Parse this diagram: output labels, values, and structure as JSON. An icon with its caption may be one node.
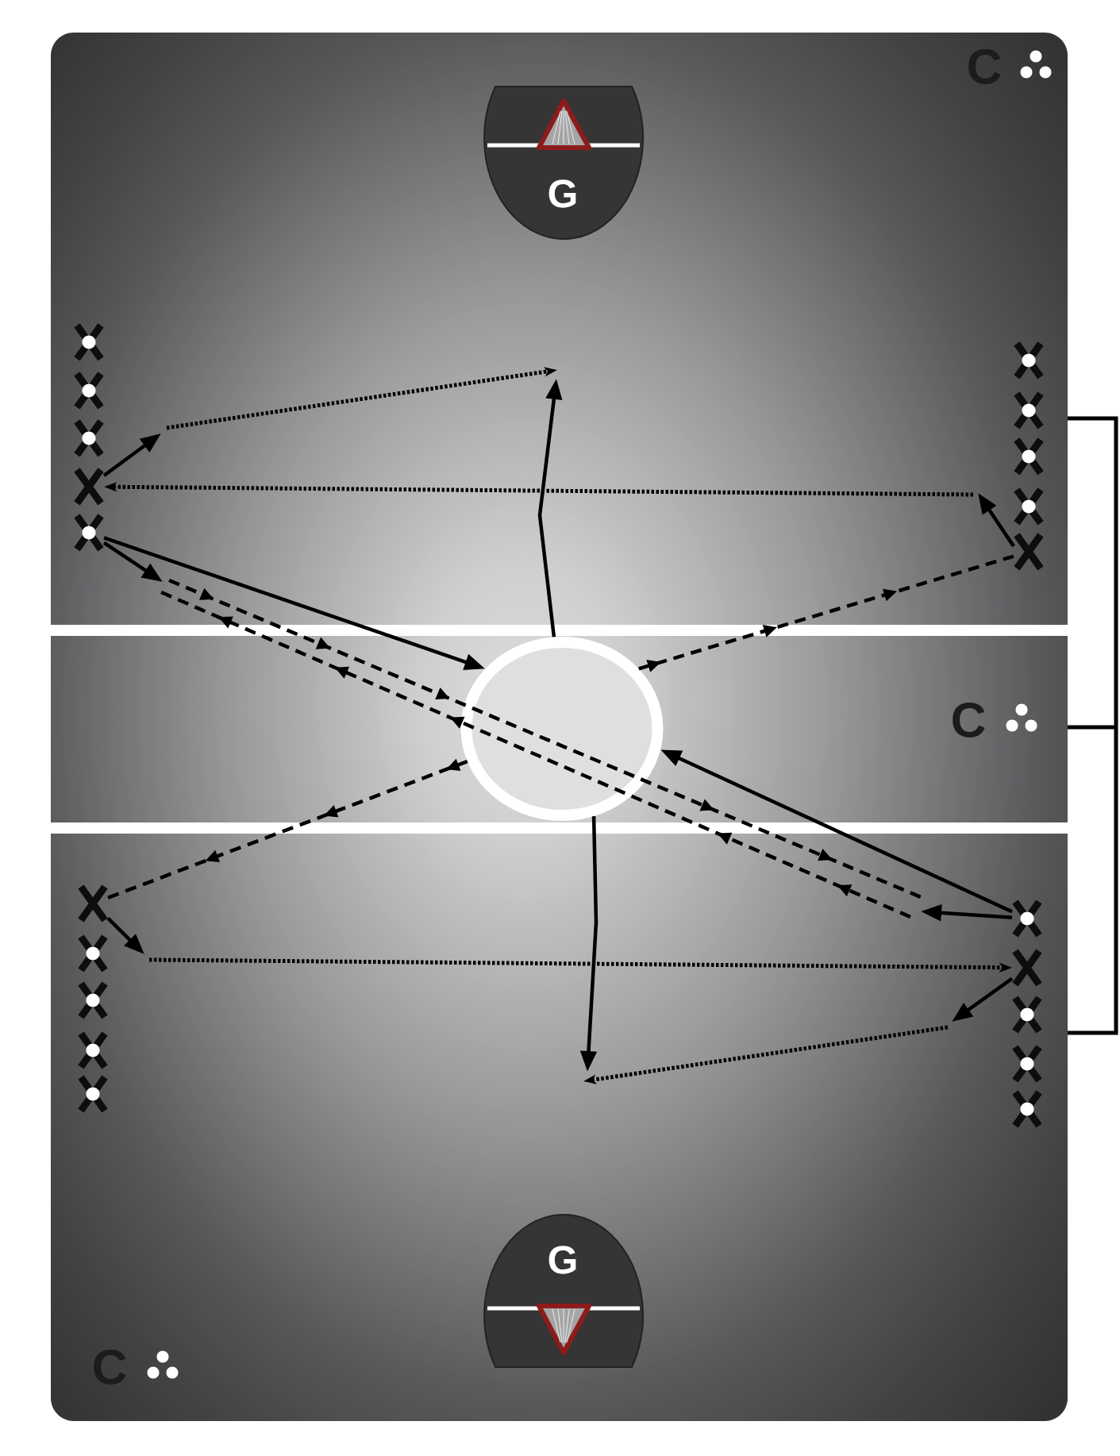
{
  "diagram": {
    "nodes": [
      {
        "text": [
          "G"
        ]
      },
      {
        "text": [],
        "shape": "cross"
      },
      {
        "text": [],
        "shape": "cross"
      },
      {
        "text": [],
        "shape": "cross"
      },
      {
        "text": [],
        "shape": "cross"
      },
      {
        "text": [],
        "shape": "cross"
      },
      {
        "text": [],
        "shape": "cross"
      },
      {
        "text": [],
        "shape": "cross"
      },
      {
        "text": [],
        "shape": "cross"
      },
      {
        "text": [],
        "shape": "cross"
      },
      {
        "text": [],
        "shape": "cross"
      },
      {
        "text": [],
        "shape": "circle"
      },
      {
        "text": [],
        "shape": "cross"
      },
      {
        "text": [],
        "shape": "cross"
      },
      {
        "text": [],
        "shape": "cross"
      },
      {
        "text": [],
        "shape": "cross"
      },
      {
        "text": [],
        "shape": "cross"
      },
      {
        "text": [],
        "shape": "cross"
      },
      {
        "text": [],
        "shape": "cross"
      },
      {
        "text": [],
        "shape": "cross"
      },
      {
        "text": [],
        "shape": "cross"
      },
      {
        "text": [],
        "shape": "cross"
      },
      {
        "text": [
          "G"
        ]
      }
    ],
    "edges": [
      {
        "from": 4,
        "to": null,
        "arrow": "to"
      },
      {
        "from": 5,
        "to": null,
        "arrow": "to"
      },
      {
        "from": 5,
        "to": 11,
        "arrow": "to"
      },
      {
        "from": 11,
        "to": null,
        "arrow": "to"
      },
      {
        "from": 10,
        "to": null,
        "arrow": "to"
      },
      {
        "from": 17,
        "to": null,
        "arrow": "to"
      },
      {
        "from": 17,
        "to": 11,
        "arrow": "to"
      },
      {
        "from": 11,
        "to": null,
        "arrow": "to"
      },
      {
        "from": 12,
        "to": null,
        "arrow": "to"
      },
      {
        "from": 18,
        "to": null,
        "arrow": "to"
      },
      {
        "from": null,
        "to": 4,
        "arrow": "to",
        "style": "dashed"
      },
      {
        "from": null,
        "to": 18,
        "arrow": "to",
        "style": "dashed"
      },
      {
        "from": 11,
        "to": 10,
        "arrow": "to",
        "style": "dashed"
      },
      {
        "from": 11,
        "to": 12,
        "arrow": "to",
        "style": "dashed"
      }
    ],
    "labels": [
      "C",
      "C",
      "C"
    ]
  }
}
